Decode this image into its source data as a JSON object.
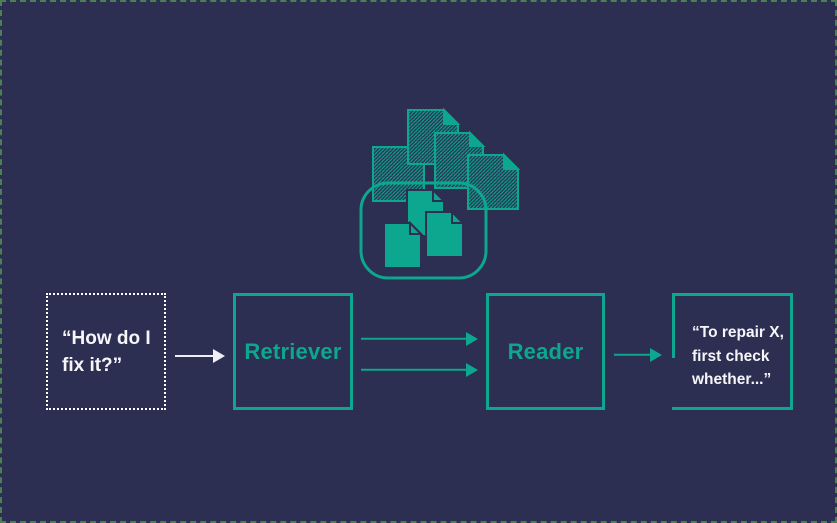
{
  "page": {
    "description": "Retriever-Reader question answering pipeline diagram",
    "background_color": "#2c2e52",
    "accent_color": "#0ca78e",
    "text_color": "#ffffff",
    "frame_dash_color": "#4d7f54"
  },
  "icons": {
    "knowledge_base": "documents-cluster-icon",
    "hatched_documents": 4,
    "solid_documents": 3
  },
  "flow": {
    "query": {
      "lines": [
        "“How do I",
        "fix it?”"
      ]
    },
    "retriever": {
      "label": "Retriever"
    },
    "reader": {
      "label": "Reader"
    },
    "answer": {
      "lines": [
        "“To repair X,",
        "first check",
        "whether...”"
      ]
    }
  }
}
